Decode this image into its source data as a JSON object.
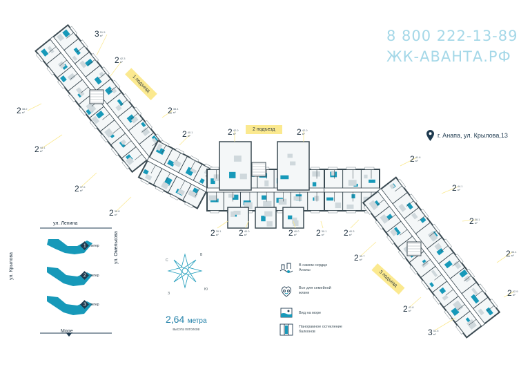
{
  "contacts": {
    "phone": "8 800 222-13-89",
    "site": "ЖК-АВАНТА.РФ"
  },
  "address": "г. Анапа, ул. Крылова,13",
  "entrances": [
    "1 подъезд",
    "2 подъезд",
    "3 подъезд"
  ],
  "room_counts": [
    "3",
    "2",
    "2",
    "2",
    "2",
    "2",
    "2",
    "2",
    "2",
    "2",
    "2",
    "2",
    "2",
    "2",
    "2",
    "2",
    "2",
    "2",
    "2",
    "2",
    "2",
    "2",
    "3"
  ],
  "legend": {
    "street_top": "ул. Ленина",
    "street_left": "ул. Крылова",
    "street_right": "ул. Омелькова",
    "sea": "Море",
    "litres": [
      {
        "num": "1",
        "label": "литер"
      },
      {
        "num": "2",
        "label": "литер"
      },
      {
        "num": "3",
        "label": "литер"
      }
    ]
  },
  "compass_labels": {
    "n": "С",
    "e": "В",
    "s": "Ю",
    "w": "З"
  },
  "ceiling": {
    "value": "2,64",
    "unit": "метра",
    "caption": "высота потолков"
  },
  "features": [
    {
      "icon": "city-center-icon",
      "text": "В самом сердце Анапы"
    },
    {
      "icon": "family-icon",
      "text": "Все для семейной жизни"
    },
    {
      "icon": "sea-view-icon",
      "text": "Вид на море"
    },
    {
      "icon": "panoramic-window-icon",
      "text": "Панорамное остекление балконов"
    }
  ],
  "colors": {
    "accent": "#1799b9",
    "wall": "#3b4a52",
    "text_light": "#a5d8e8",
    "entrance": "#fbe98f",
    "dark": "#1e3a4f"
  }
}
